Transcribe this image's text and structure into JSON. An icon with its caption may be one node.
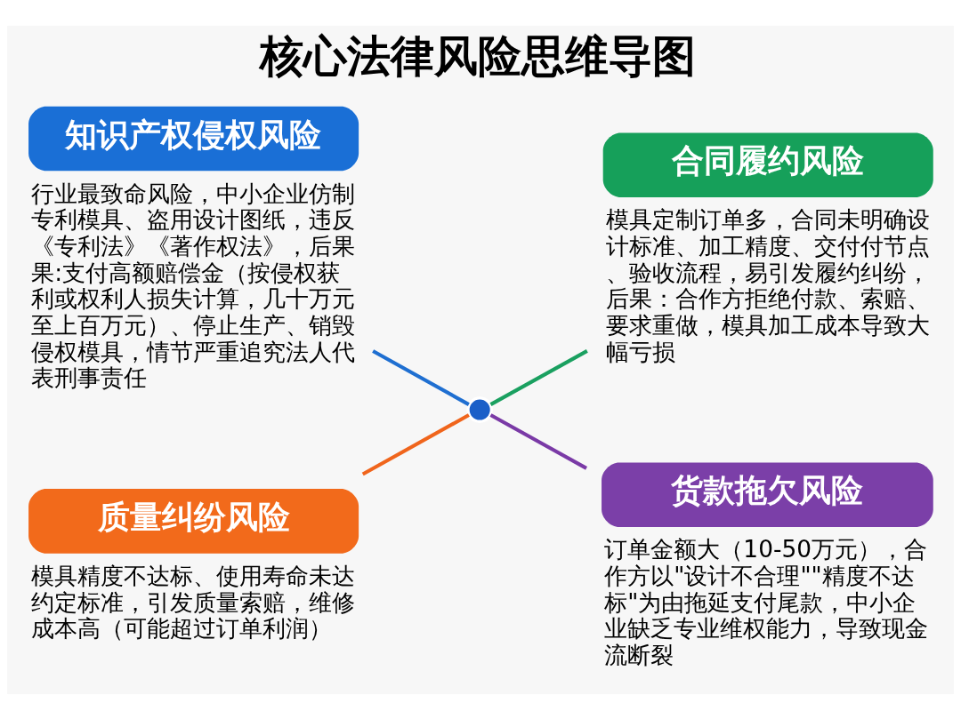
{
  "diagram": {
    "title": "核心法律风险思维导图",
    "nodes": [
      {
        "text": [
          "知识产权侵权风险",
          "行业最致命风险，中小企业仿制专利模具、盗用设计图纸，违反《专利法》《著作权法》，后果果:支付高额赔偿金（按侵权获利或权利人损失计算，几十万元至上百万元）、停止生产、销毁侵权模具，情节严重追究法人代表刑事责任"
        ]
      },
      {
        "text": [
          "合同履约风险",
          "模具定制订单多，合同未明确设计标准、加工精度、交付付节点、验收流程，易引发履约纠纷，后果：合作方拒绝付款、索赔、要求重做，模具加工成本导致大幅亏损"
        ]
      },
      {
        "text": [],
        "shape": "circle"
      },
      {
        "text": [
          "质量纠纷风险",
          "模具精度不达标、使用寿命未达约定标准，引发质量索赔，维修成本高（可能超过订单利润）"
        ]
      },
      {
        "text": [
          "货款拖欠风险",
          "订单金额大（10-50万元），合作方以\"设计不合理\"\"精度不达标\"为由拖延支付尾款，中小企业缺乏专业维权能力，导致现金流断裂"
        ]
      }
    ],
    "edges": [
      {
        "from": 0,
        "to": 2,
        "arrow": "none",
        "color": "#1f6fd1"
      },
      {
        "from": 2,
        "to": 1,
        "arrow": "none",
        "color": "#1aa060"
      },
      {
        "from": 3,
        "to": 2,
        "arrow": "none",
        "color": "#f0651c"
      },
      {
        "from": 2,
        "to": 4,
        "arrow": "none",
        "color": "#7a3aa6"
      }
    ]
  }
}
